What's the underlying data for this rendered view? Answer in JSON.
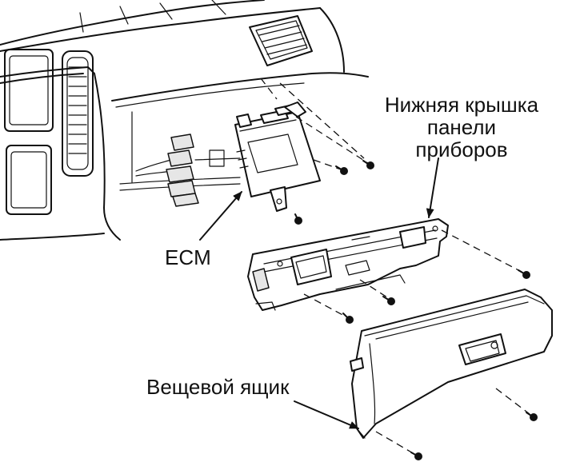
{
  "labels": {
    "instrument_panel_lower_cover": [
      "Нижняя крышка",
      "панели",
      "приборов"
    ],
    "ecm": "ECM",
    "glove_box": "Вещевой ящик"
  },
  "colors": {
    "line": "#111111",
    "background": "#ffffff",
    "shade": "#e6e6e6"
  }
}
